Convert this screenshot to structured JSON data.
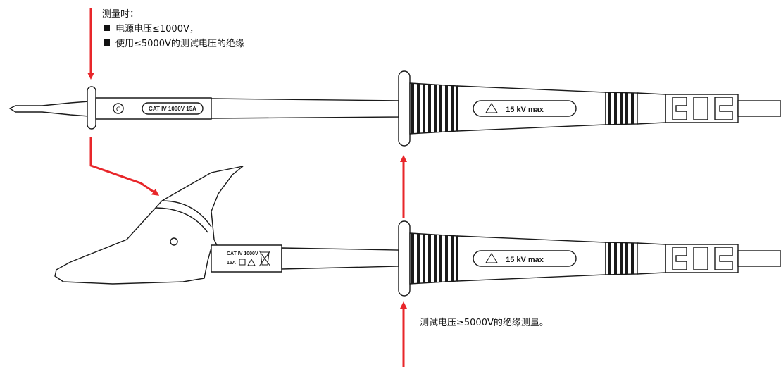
{
  "notes": {
    "top": {
      "heading": "测量时：",
      "items": [
        "电源电压≤1000V，",
        "使用≤5000V的测试电压的绝缘"
      ]
    },
    "bottom": "测试电压≥5000V的绝缘测量。"
  },
  "probes": {
    "tip_probe": {
      "rating_label": "CAT IV 1000V 15A",
      "handle_label": "15 kV max"
    },
    "clip_probe": {
      "rating_line1": "CAT IV 1000V",
      "rating_line2": "15A",
      "handle_label": "15 kV max"
    }
  },
  "colors": {
    "arrow": "#e8262a",
    "outline": "#1a1a1a",
    "fill": "#ffffff"
  }
}
